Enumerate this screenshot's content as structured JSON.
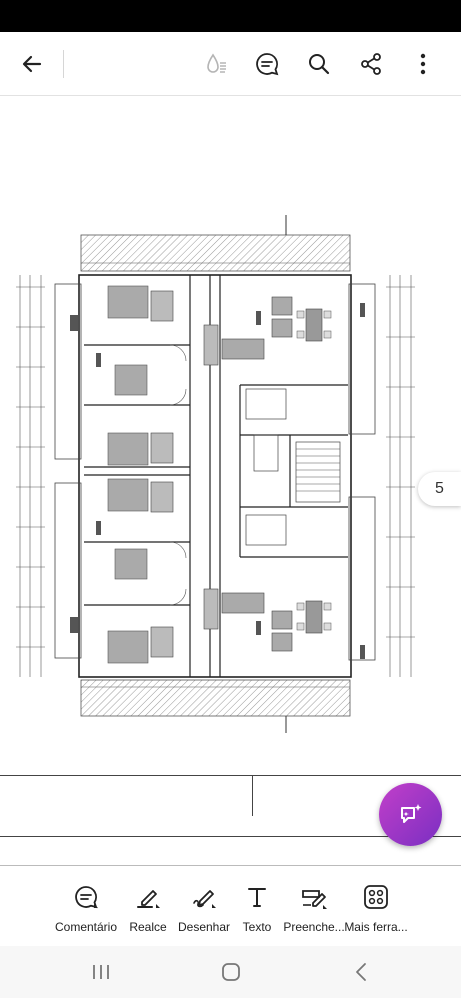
{
  "toolbar": {
    "back_icon": "arrow-left-icon",
    "icons": [
      "read-aloud-icon",
      "comment-list-icon",
      "search-icon",
      "share-icon",
      "more-vertical-icon"
    ]
  },
  "document": {
    "page_number": "5"
  },
  "fab": {
    "icon": "ai-assistant-chat-icon",
    "color": "#a836c5"
  },
  "tools": [
    {
      "label": "Comentário",
      "icon": "comment-icon"
    },
    {
      "label": "Realce",
      "icon": "highlighter-icon"
    },
    {
      "label": "Desenhar",
      "icon": "draw-icon"
    },
    {
      "label": "Texto",
      "icon": "text-icon"
    },
    {
      "label": "Preenche...",
      "icon": "fill-sign-icon"
    },
    {
      "label": "Mais ferra...",
      "icon": "more-tools-icon"
    }
  ],
  "nav": [
    "recent-apps-icon",
    "home-icon",
    "back-icon"
  ]
}
